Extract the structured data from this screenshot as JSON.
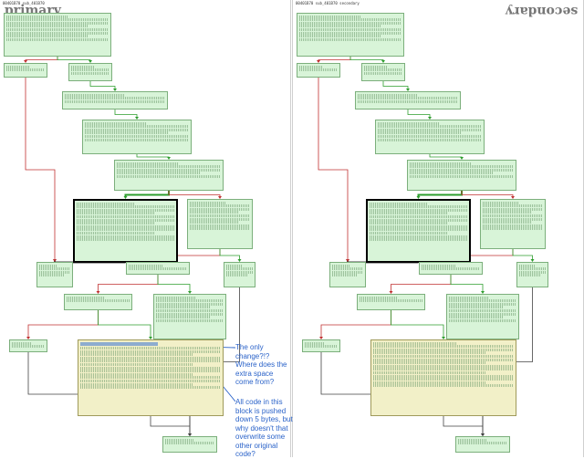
{
  "left_pane": {
    "header": "00401B70 sub_401B70",
    "title": "primary"
  },
  "right_pane": {
    "header": "00401B70 sub_401B70 secondary",
    "title": "secondary"
  },
  "annotations": {
    "only_change": "The only change?!? Where does the extra space come from?",
    "pushed_down": "All code in this block is pushed down 5 bytes, but why doesn't that overwrite some other original code?"
  },
  "colors": {
    "block_fill": "#d8f4d8",
    "highlight_block_fill": "#f2f0c8",
    "edge_true": "#2e9e2e",
    "edge_false": "#c03030",
    "edge_plain": "#444444",
    "annotation": "#2b63c9"
  }
}
